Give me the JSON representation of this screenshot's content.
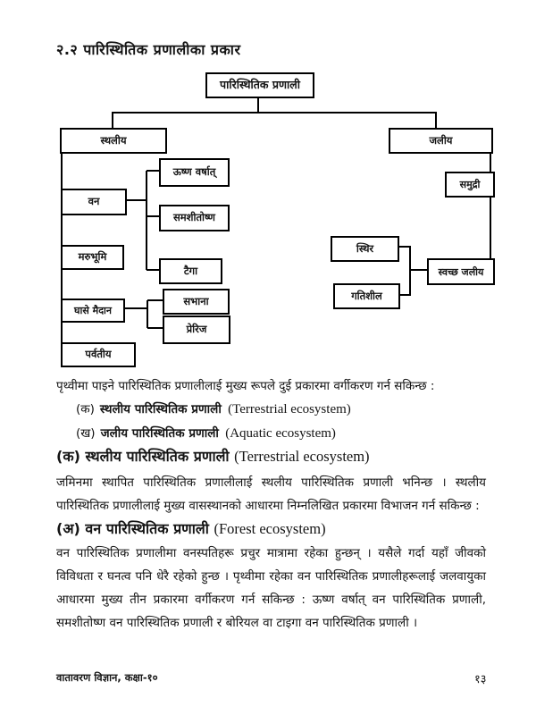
{
  "page": {
    "title": "२.२ पारिस्थितिक प्रणालीका प्रकार",
    "footer_left": "वातावरण विज्ञान, कक्षा-१०",
    "page_number": "१३"
  },
  "diagram": {
    "nodes": {
      "root": "पारिस्थितिक प्रणाली",
      "terrestrial": "स्थलीय",
      "aquatic": "जलीय",
      "forest": "वन",
      "tropical_rainforest": "ऊष्ण वर्षात्",
      "temperate": "समशीतोष्ण",
      "taiga": "टैगा",
      "desert": "मरुभूमि",
      "grassland": "घासे मैदान",
      "savanna": "सभाना",
      "prairie": "प्रेरिज",
      "mountain": "पर्वतीय",
      "marine": "समुद्री",
      "still": "स्थिर",
      "freshwater": "स्वच्छ जलीय",
      "moving": "गतिशील"
    }
  },
  "content": {
    "intro": "पृथ्वीमा पाइने पारिस्थितिक प्रणालीलाई मुख्य रूपले दुई प्रकारमा वर्गीकरण गर्न सकिन्छ :",
    "items": [
      {
        "marker": "(क)",
        "label": "स्थलीय पारिस्थितिक प्रणाली",
        "english": "(Terrestrial ecosystem)"
      },
      {
        "marker": "(ख)",
        "label": "जलीय पारिस्थितिक प्रणाली",
        "english": "(Aquatic ecosystem)"
      }
    ],
    "section_ka": {
      "heading": "(क) स्थलीय पारिस्थितिक प्रणाली",
      "heading_en": "(Terrestrial ecosystem)",
      "body": "जमिनमा स्थापित पारिस्थितिक प्रणालीलाई स्थलीय पारिस्थितिक प्रणाली भनिन्छ । स्थलीय पारिस्थितिक प्रणालीलाई मुख्य वासस्थानको आधारमा निम्नलिखित प्रकारमा विभाजन गर्न सकिन्छ :"
    },
    "section_a": {
      "heading": "(अ) वन पारिस्थितिक प्रणाली",
      "heading_en": "(Forest ecosystem)",
      "body": "वन पारिस्थितिक प्रणालीमा वनस्पतिहरू प्रचुर मात्रामा रहेका हुन्छन् । यसैले गर्दा यहाँ जीवको विविधता र घनत्व पनि धेरै रहेको हुन्छ । पृथ्वीमा रहेका वन पारिस्थितिक प्रणालीहरूलाई जलवायुका आधारमा मुख्य तीन प्रकारमा वर्गीकरण गर्न सकिन्छ : ऊष्ण वर्षात् वन पारिस्थितिक प्रणाली, समशीतोष्ण वन पारिस्थितिक प्रणाली र बोरियल वा टाइगा वन पारिस्थितिक प्रणाली ।"
    }
  }
}
